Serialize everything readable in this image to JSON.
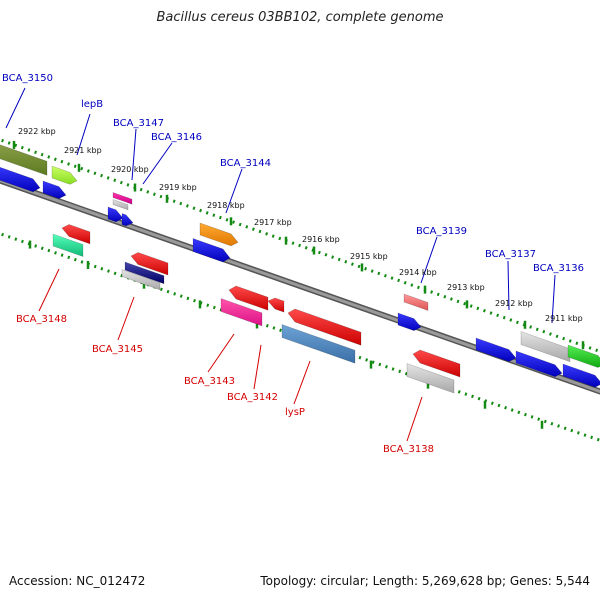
{
  "title": "Bacillus cereus 03BB102, complete genome",
  "footer": {
    "accession": "Accession: NC_012472",
    "topology": "Topology: circular; Length: 5,269,628 bp; Genes: 5,544"
  },
  "colors": {
    "backbone": "#777777",
    "tick": "#138a13",
    "label_plus": "#0000c0",
    "label_minus": "#d40000",
    "scale_text": "#111111"
  },
  "scale_labels": [
    "2922 kbp",
    "2921 kbp",
    "2920 kbp",
    "2919 kbp",
    "2918 kbp",
    "2917 kbp",
    "2916 kbp",
    "2915 kbp",
    "2914 kbp",
    "2913 kbp",
    "2912 kbp",
    "2911 kbp"
  ],
  "genes_plus": [
    {
      "label": "BCA_3150",
      "color": "#2222dd"
    },
    {
      "label": "lepB",
      "color": "#2222dd"
    },
    {
      "label": "BCA_3147",
      "color": "#2222dd"
    },
    {
      "label": "BCA_3146",
      "color": "#2222dd"
    },
    {
      "label": "BCA_3144",
      "color": "#2222dd"
    },
    {
      "label": "BCA_3139",
      "color": "#2222dd"
    },
    {
      "label": "BCA_3137",
      "color": "#2222dd"
    },
    {
      "label": "BCA_3136",
      "color": "#2222dd"
    }
  ],
  "genes_minus": [
    {
      "label": "BCA_3148",
      "color": "#ff0000"
    },
    {
      "label": "BCA_3145",
      "color": "#ff0000"
    },
    {
      "label": "BCA_3143",
      "color": "#ff0000"
    },
    {
      "label": "BCA_3142",
      "color": "#ff0000"
    },
    {
      "label": "lysP",
      "color": "#ff0000"
    },
    {
      "label": "BCA_3138",
      "color": "#ff0000"
    }
  ]
}
